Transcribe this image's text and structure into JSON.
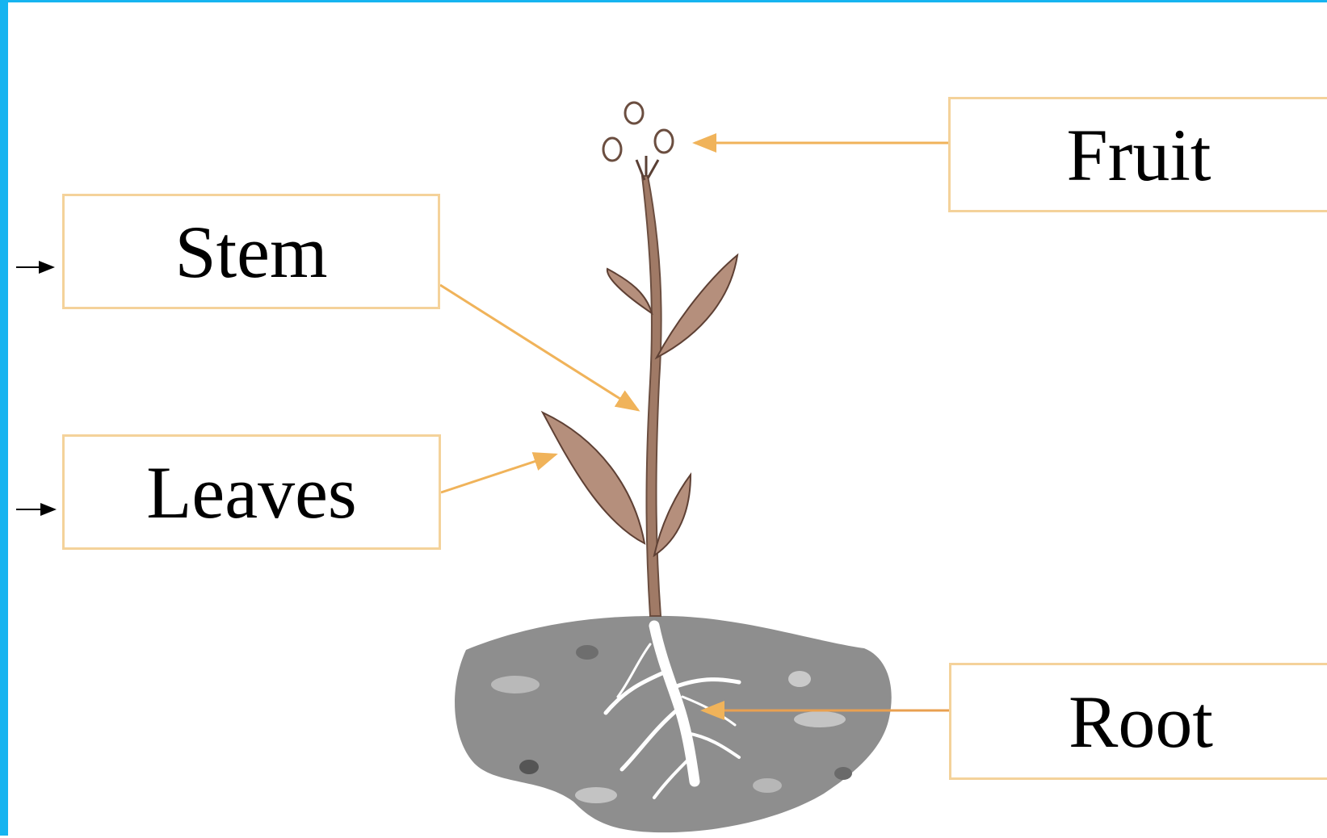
{
  "labels": {
    "stem": "Stem",
    "leaves": "Leaves",
    "fruit": "Fruit",
    "root": "Root"
  },
  "colors": {
    "frame_accent": "#16b4f0",
    "label_border": "#f4d29a",
    "pointer_line": "#f0b35a",
    "soil": "#8e8e8e",
    "leaf": "#b58f7c",
    "stem": "#a07a66",
    "root": "#ffffff"
  },
  "icons": [
    "plant-illustration",
    "soil-patch",
    "arrow-pointer"
  ]
}
